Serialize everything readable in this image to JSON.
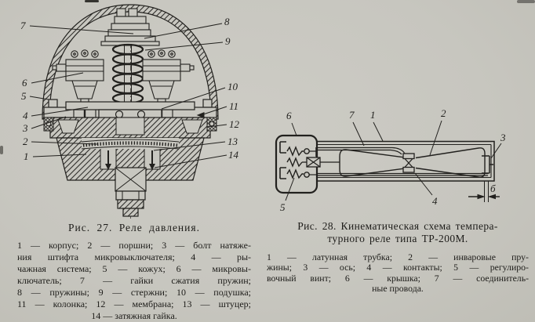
{
  "page": {
    "paper_color": "#c8c7c0",
    "ink_color": "#22211e"
  },
  "fig27": {
    "title": "Рис. 27. Реле давления.",
    "caption_lines": [
      "1 — корпус; 2 — поршни; 3 — болт натяже-",
      "ния штифта микровыключателя; 4 — ры-",
      "чажная система; 5 — кожух; 6 — микровы-",
      "ключатель; 7 — гайки сжатия пружин;",
      "8 — пружины; 9 — стержни; 10 — подушка;",
      "11 — колонка; 12 — мембрана; 13 — штуцер;",
      "14 — затяжная гайка."
    ],
    "labels": [
      "1",
      "2",
      "3",
      "4",
      "5",
      "6",
      "7",
      "8",
      "9",
      "10",
      "11",
      "12",
      "13",
      "14"
    ]
  },
  "fig28": {
    "title_line1": "Рис. 28. Кинематическая схема темпера-",
    "title_line2": "турного реле типа ТР-200М.",
    "caption_lines": [
      "1 — латунная трубка; 2 — инваровые пру-",
      "жины; 3 — ось; 4 — контакты; 5 — регулиро-",
      "вочный винт; 6 — крышка; 7 — соединитель-",
      "ные провода."
    ],
    "labels": [
      "1",
      "2",
      "3",
      "4",
      "5",
      "6",
      "7"
    ],
    "gap_dimension_label": "б"
  }
}
